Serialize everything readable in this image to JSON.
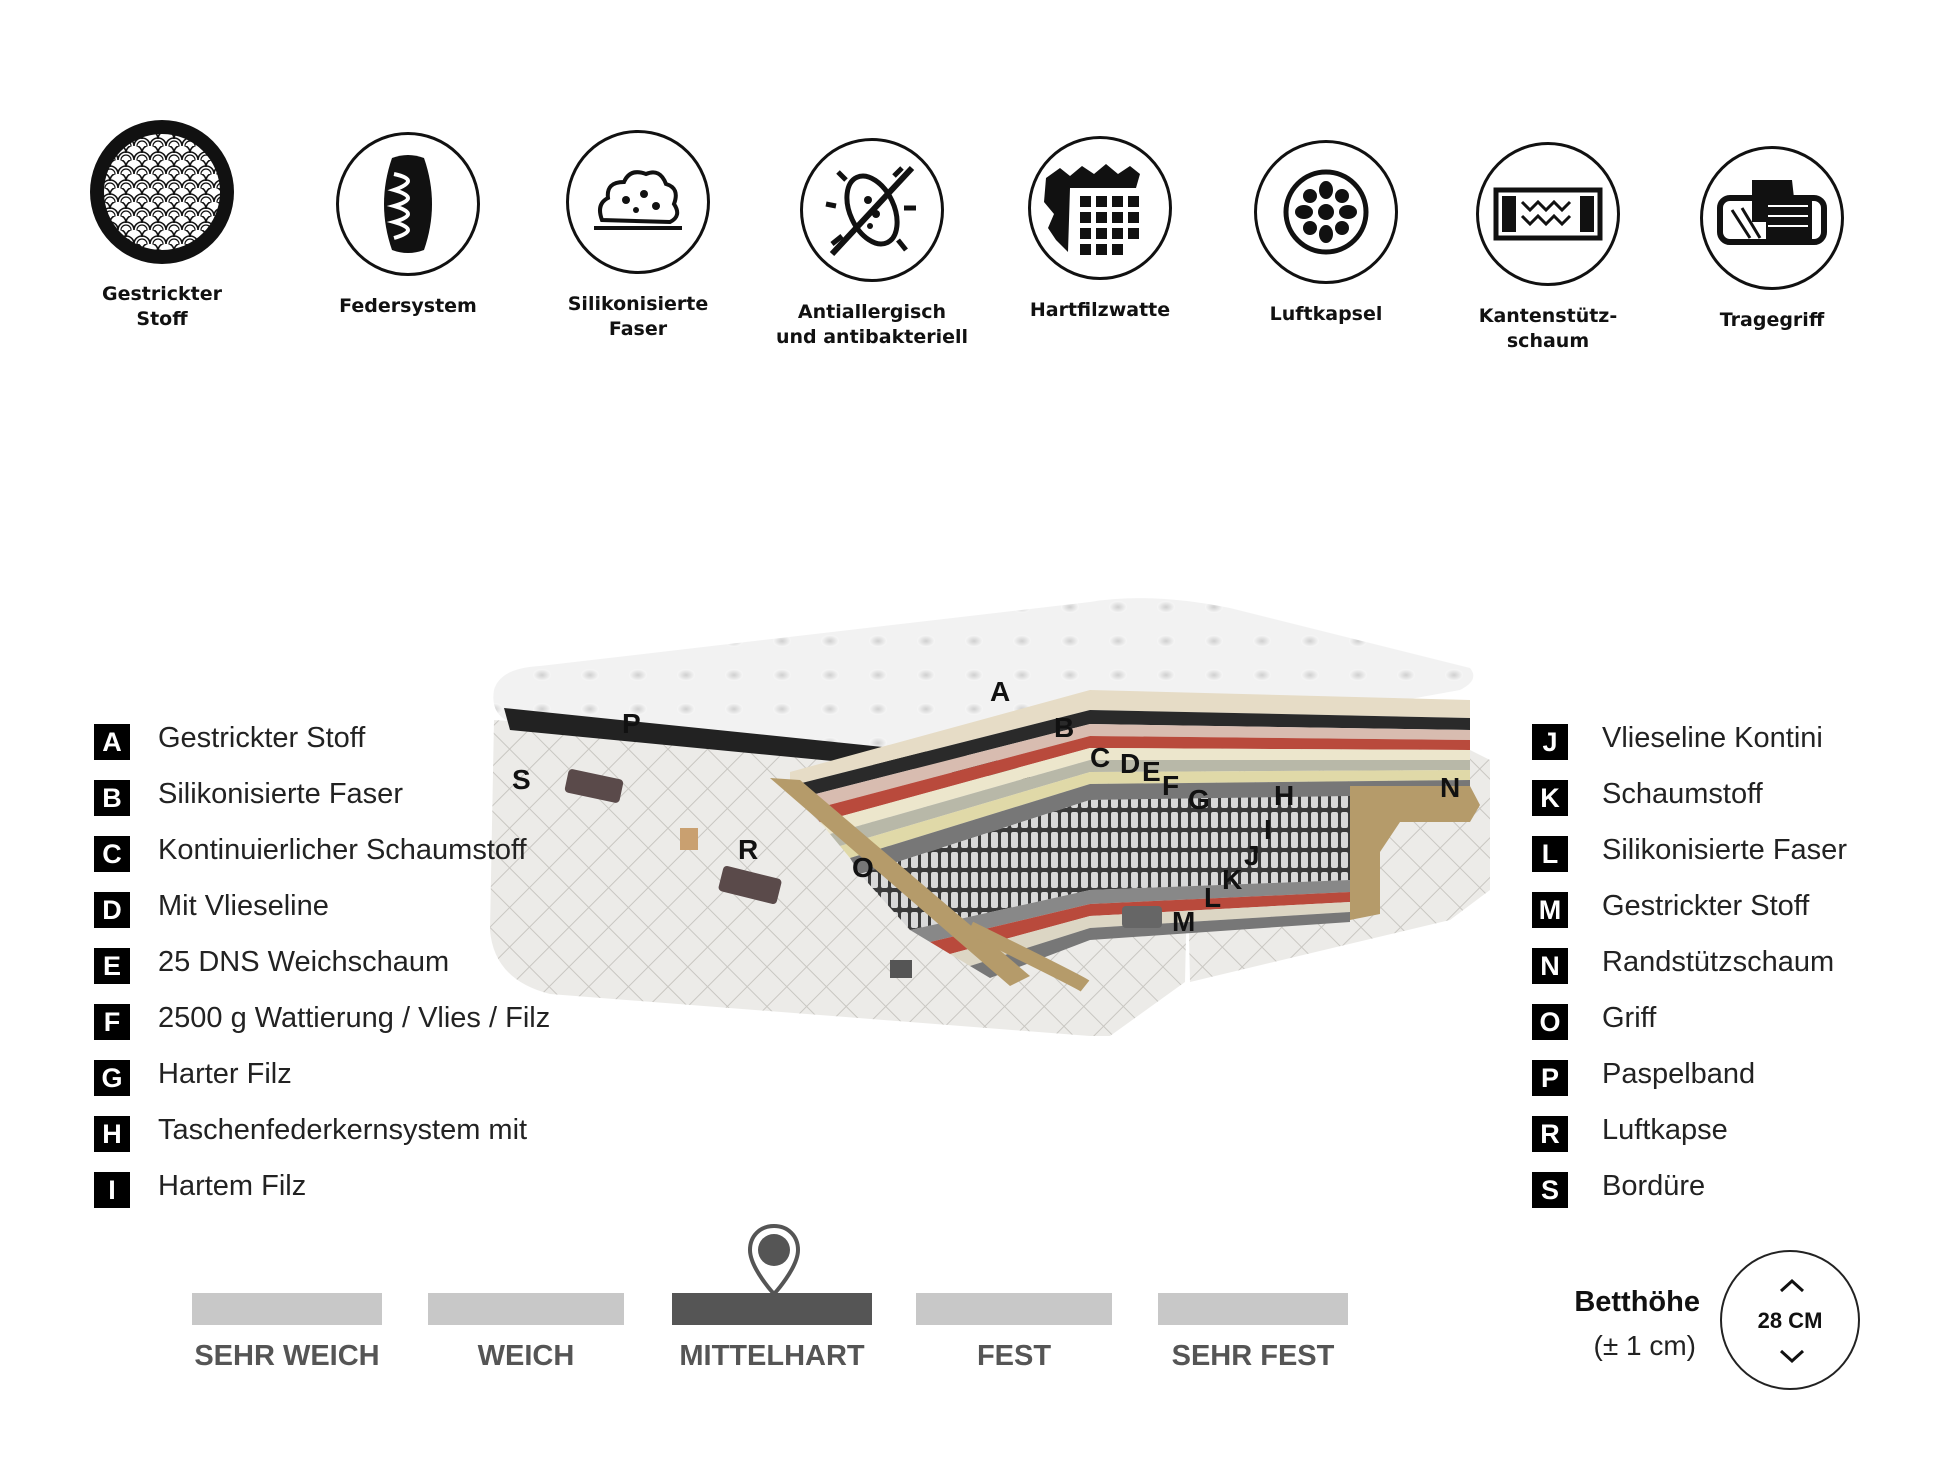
{
  "features": [
    {
      "icon": "knitted-fabric-icon",
      "label": "Gestrickter\nStoff"
    },
    {
      "icon": "spring-system-icon",
      "label": "Federsystem"
    },
    {
      "icon": "silicone-fiber-icon",
      "label": "Silikonisierte\nFaser"
    },
    {
      "icon": "antibacterial-icon",
      "label": "Antiallergisch\nund antibakteriell"
    },
    {
      "icon": "hard-felt-icon",
      "label": "Hartfilzwatte"
    },
    {
      "icon": "air-capsule-icon",
      "label": "Luftkapsel"
    },
    {
      "icon": "edge-support-icon",
      "label": "Kantenstütz-\nschaum"
    },
    {
      "icon": "carry-handle-icon",
      "label": "Tragegriff"
    }
  ],
  "legend_left": [
    {
      "key": "A",
      "text": "Gestrickter Stoff"
    },
    {
      "key": "B",
      "text": "Silikonisierte Faser"
    },
    {
      "key": "C",
      "text": "Kontinuierlicher Schaumstoff"
    },
    {
      "key": "D",
      "text": "Mit Vlieseline"
    },
    {
      "key": "E",
      "text": "25 DNS Weichschaum"
    },
    {
      "key": "F",
      "text": "2500 g Wattierung / Vlies / Filz"
    },
    {
      "key": "G",
      "text": "Harter Filz"
    },
    {
      "key": "H",
      "text": "Taschenfederkernsystem mit"
    },
    {
      "key": "I",
      "text": "Hartem Filz"
    }
  ],
  "legend_right": [
    {
      "key": "J",
      "text": "Vlieseline Kontini"
    },
    {
      "key": "K",
      "text": "Schaumstoff"
    },
    {
      "key": "L",
      "text": "Silikonisierte Faser"
    },
    {
      "key": "M",
      "text": "Gestrickter Stoff"
    },
    {
      "key": "N",
      "text": "Randstützschaum"
    },
    {
      "key": "O",
      "text": "Griff"
    },
    {
      "key": "P",
      "text": "Paspelband"
    },
    {
      "key": "R",
      "text": "Luftkapse"
    },
    {
      "key": "S",
      "text": "Bordüre"
    }
  ],
  "mattress_labels": [
    "A",
    "B",
    "C",
    "D",
    "E",
    "F",
    "G",
    "H",
    "I",
    "J",
    "K",
    "L",
    "M",
    "N",
    "O",
    "P",
    "R",
    "S"
  ],
  "firmness": {
    "levels": [
      "SEHR WEICH",
      "WEICH",
      "MITTELHART",
      "FEST",
      "SEHR FEST"
    ],
    "selected": "MITTELHART",
    "colors": {
      "inactive": "#c8c8c8",
      "active": "#555555"
    }
  },
  "bed_height": {
    "title": "Betthöhe",
    "tolerance": "(± 1 cm)",
    "value": "28 CM"
  }
}
